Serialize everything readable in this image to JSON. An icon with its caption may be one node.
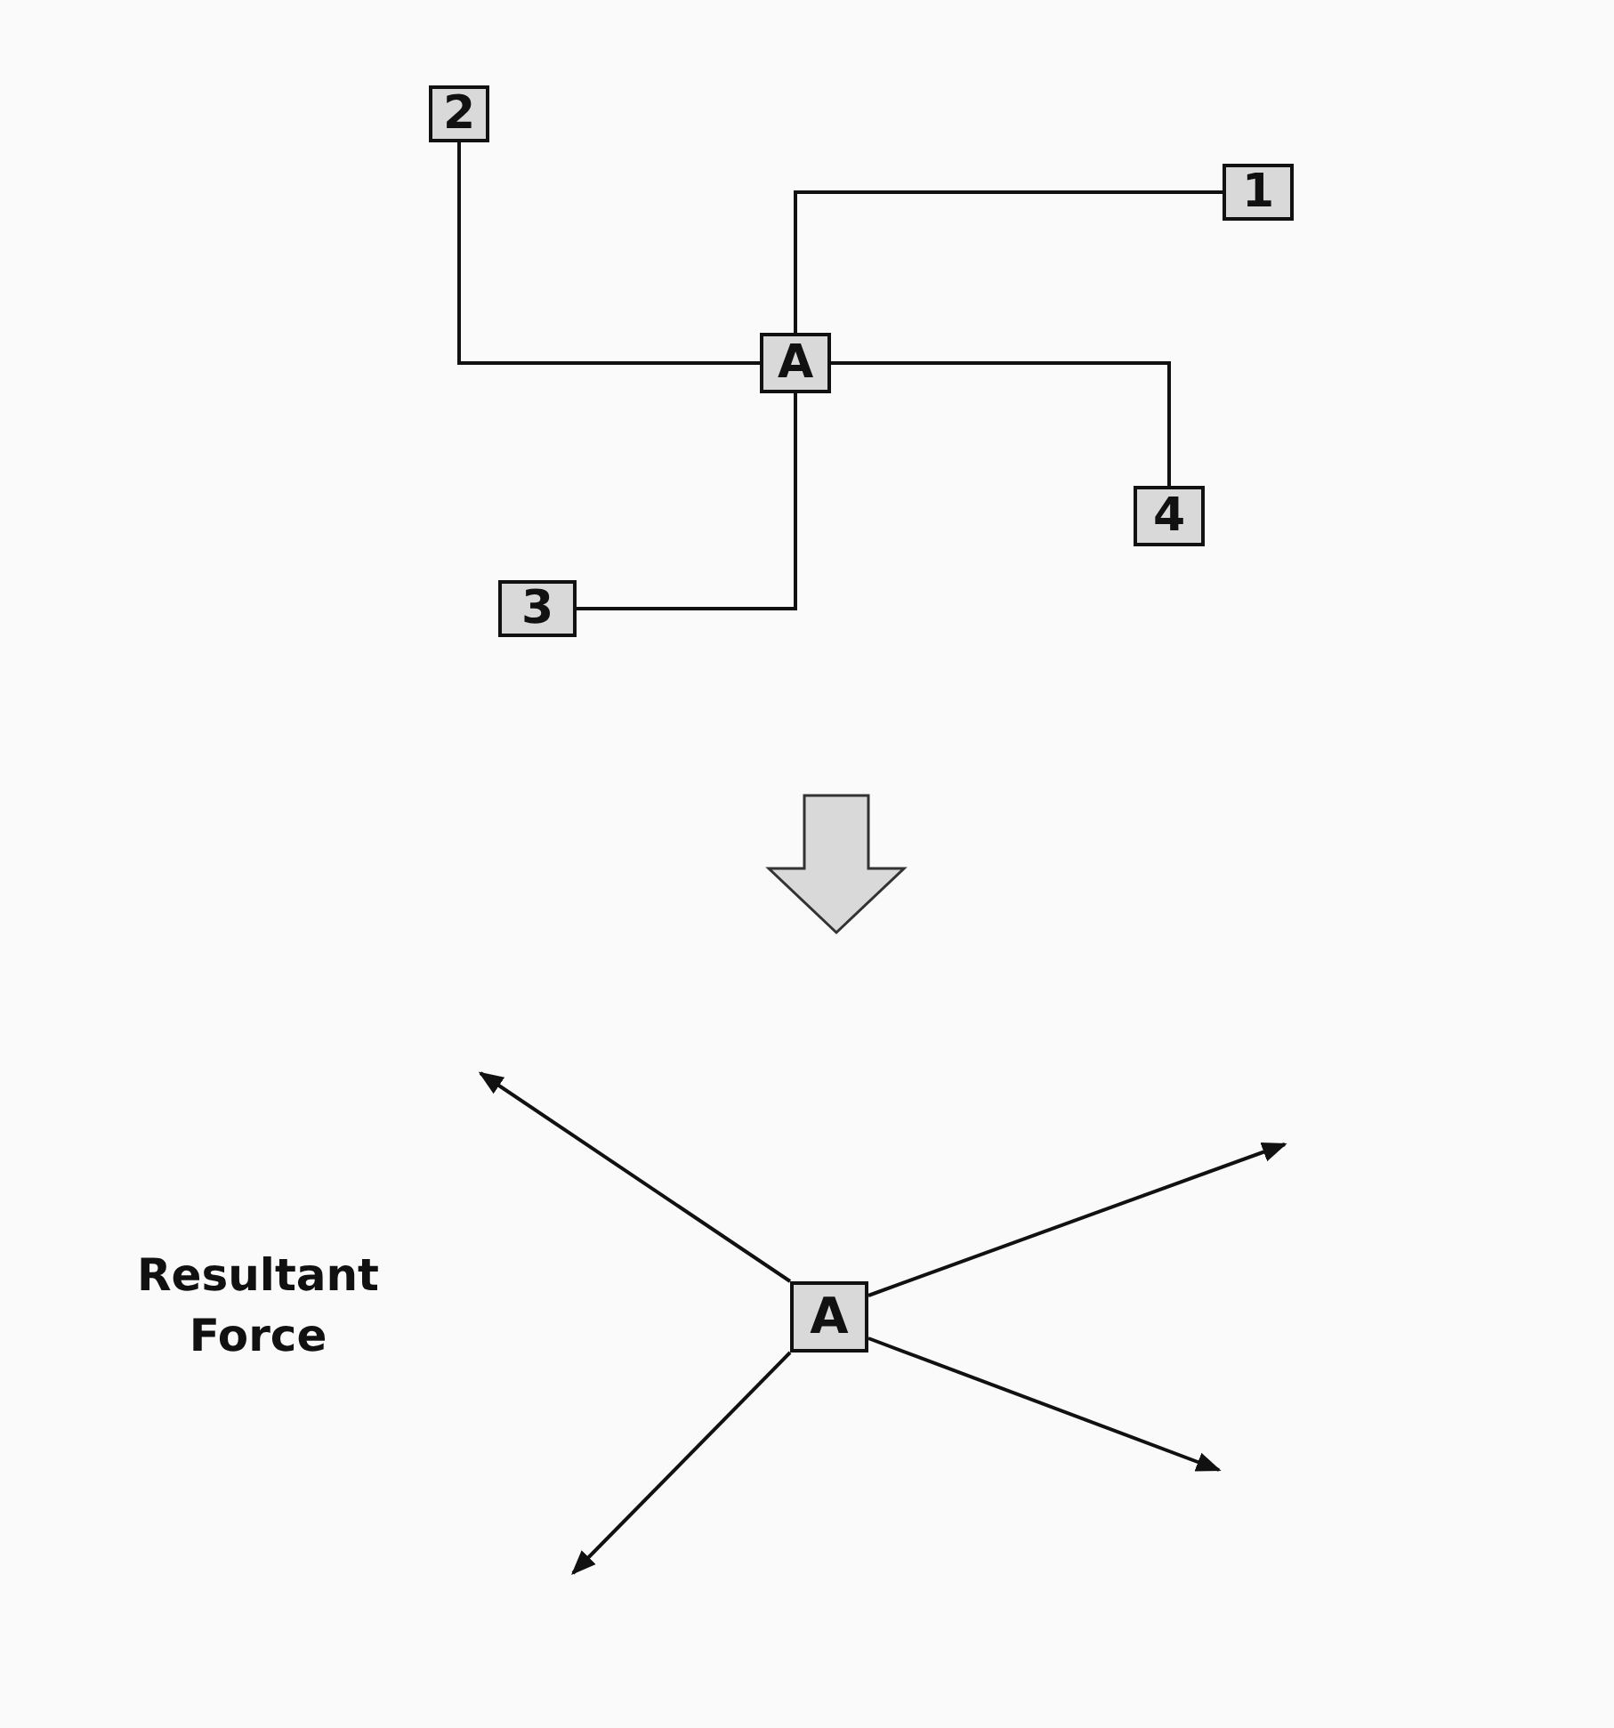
{
  "diagram": {
    "nodes": [
      {
        "text": [
          "2"
        ]
      },
      {
        "text": [
          "1"
        ]
      },
      {
        "text": [
          "A"
        ]
      },
      {
        "text": [
          "4"
        ]
      },
      {
        "text": [
          "3"
        ]
      },
      {
        "text": [
          "A"
        ]
      }
    ],
    "edges": [
      {
        "from": 2,
        "to": 0,
        "arrow": "none"
      },
      {
        "from": 2,
        "to": 1,
        "arrow": "none"
      },
      {
        "from": 2,
        "to": 3,
        "arrow": "none"
      },
      {
        "from": 2,
        "to": 4,
        "arrow": "none"
      },
      {
        "from": 5,
        "to": null,
        "arrow": "to"
      },
      {
        "from": 5,
        "to": null,
        "arrow": "to"
      },
      {
        "from": 5,
        "to": null,
        "arrow": "to"
      },
      {
        "from": 5,
        "to": null,
        "arrow": "to"
      }
    ],
    "labels": [
      "Resultant Force"
    ]
  }
}
